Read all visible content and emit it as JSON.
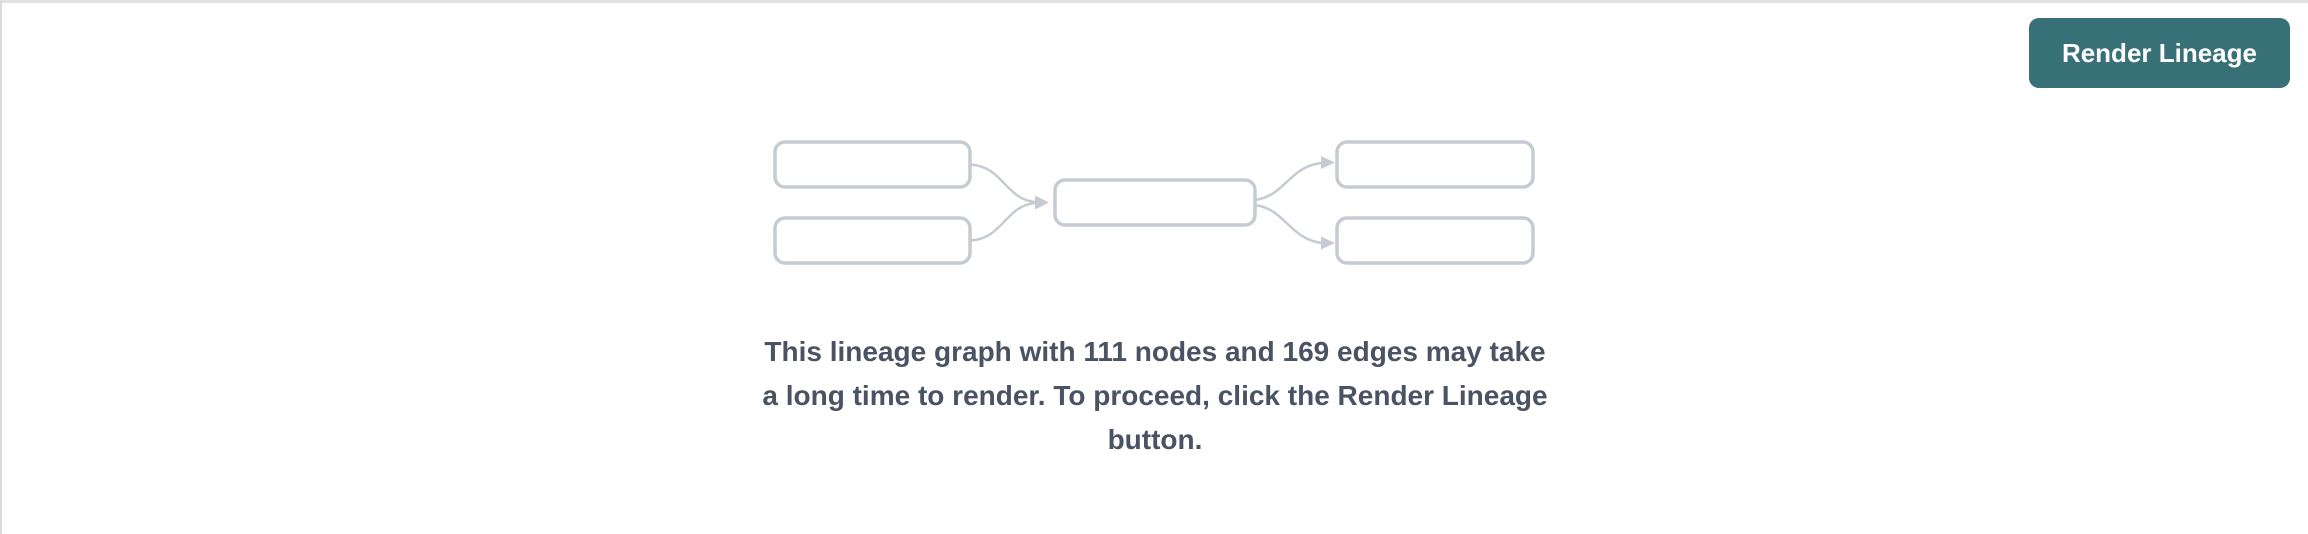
{
  "toolbar": {
    "render_button": {
      "label": "Render Lineage",
      "background_color": "#377076",
      "text_color": "#ffffff"
    }
  },
  "empty_state": {
    "illustration": {
      "name": "lineage-graph-placeholder",
      "node_fill": "#ffffff",
      "node_border_color": "#c6cbd3",
      "edge_color": "#c6cbd3"
    },
    "message": {
      "full": "This lineage graph with 111 nodes and 169 edges may take a long time to render. To proceed, click the Render Lineage button.",
      "lines": [
        "This lineage graph with 111 nodes and 169 edges may take",
        "a long time to render. To proceed, click the Render Lineage",
        "button."
      ],
      "node_count": "111",
      "edge_count": "169",
      "text_color": "#4a5363"
    }
  }
}
